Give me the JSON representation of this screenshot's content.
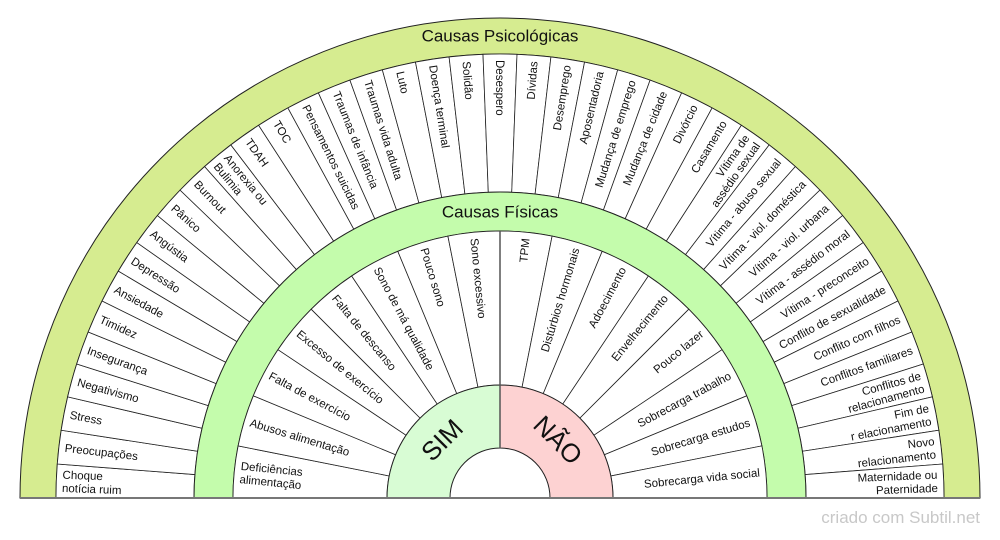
{
  "colors": {
    "psych_band": "#d6ec90",
    "phys_band": "#c4fcac",
    "sim": "#d8fcd4",
    "nao": "#fdd2d2",
    "slice": "#ffffff",
    "stroke": "#222222"
  },
  "psychological": {
    "title": "Causas Psicológicas",
    "items": [
      "Choque|notícia ruim",
      "Preocupações",
      "Stress",
      "Negativismo",
      "Insegurança",
      "Timidez",
      "Ansiedade",
      "Depressão",
      "Angústia",
      "Pânico",
      "Burnout",
      "Anorexia ou|Bulimia",
      "TDAH",
      "TOC",
      "Pensamentos suicidas",
      "Traumas de infância",
      "Traumas vida adulta",
      "Luto",
      "Doença terminal",
      "Solidão",
      "Desespero",
      "Dívidas",
      "Desemprego",
      "Aposentadoria",
      "Mudança de emprego",
      "Mudança de cidade",
      "Divórcio",
      "Casamento",
      "Vítima de|assédio sexual",
      "Vítima - abuso sexual",
      "Vítima - viol. doméstica",
      "Vítima - viol. urbana",
      "Vítima - assédio moral",
      "Vítima - preconceito",
      "Conflito de sexualidade",
      "Conflito com filhos",
      "Conflitos familiares",
      "Conflitos de|relacionamento",
      "Fim de|r elacionamento",
      "Novo|relacionamento",
      "Maternidade ou|Paternidade"
    ]
  },
  "physical": {
    "title": "Causas Físicas",
    "items": [
      "Deficiências|alimentação",
      "Abusos alimentação",
      "Falta de exercício",
      "Excesso de exercício",
      "Falta de descanso",
      "Sono de má qualidade",
      "Pouco sono",
      "Sono excessivo",
      "TPM",
      "Distúrbios hormonais",
      "Adoecimento",
      "Envelhecimento",
      "Pouco lazer",
      "Sobrecarga trabalho",
      "Sobrecarga estudos",
      "Sobrecarga vida social"
    ]
  },
  "answers": {
    "yes": "SIM",
    "no": "NÃO"
  },
  "watermark": "criado com Subtil.net"
}
